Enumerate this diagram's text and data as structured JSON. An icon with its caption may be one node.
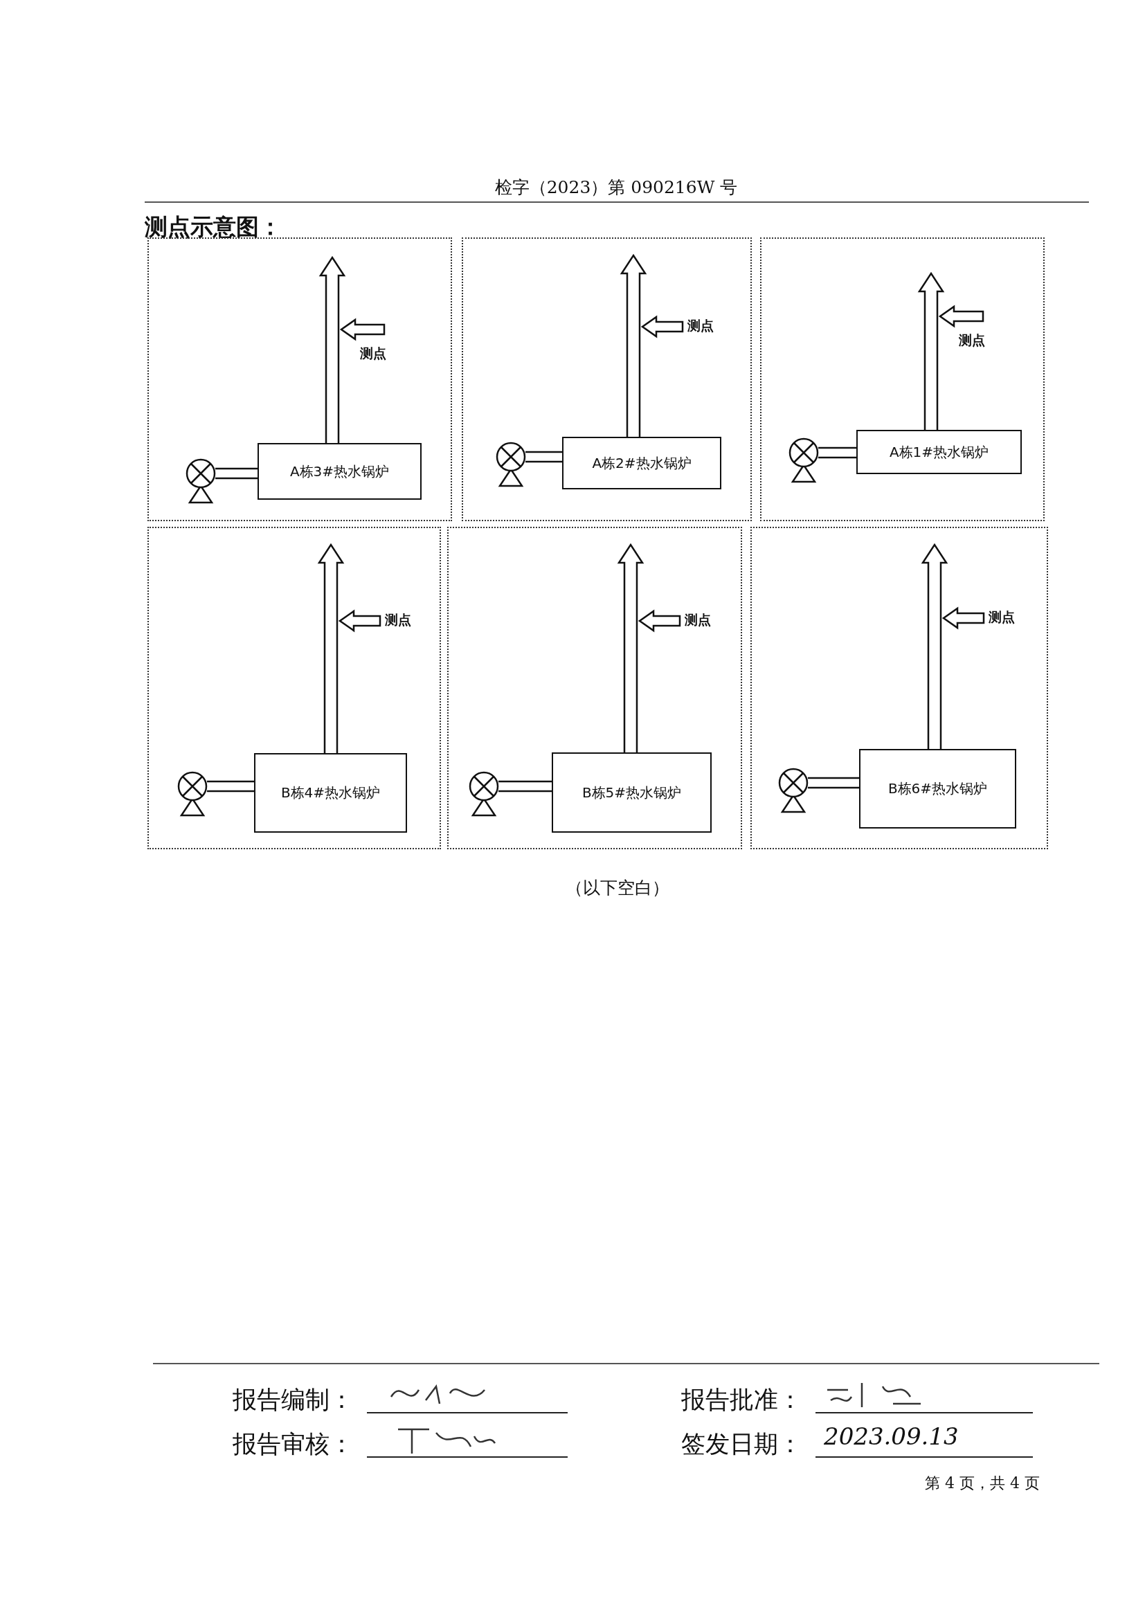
{
  "diagram": {
    "title": "测点示意图：",
    "nodes": [
      {
        "text": [],
        "shape": "box"
      },
      {
        "text": [],
        "shape": "circle",
        "in": 0
      },
      {
        "text": [
          "A栋3#热水锅炉"
        ],
        "in": 0
      },
      {
        "text": [
          "测点"
        ],
        "in": 0
      },
      {
        "text": [],
        "shape": "box"
      },
      {
        "text": [],
        "shape": "circle",
        "in": 4
      },
      {
        "text": [
          "A栋2#热水锅炉"
        ],
        "in": 4
      },
      {
        "text": [
          "测点"
        ],
        "in": 4
      },
      {
        "text": [],
        "shape": "box"
      },
      {
        "text": [],
        "shape": "circle",
        "in": 8
      },
      {
        "text": [
          "A栋1#热水锅炉"
        ],
        "in": 8
      },
      {
        "text": [
          "测点"
        ],
        "in": 8
      },
      {
        "text": [],
        "shape": "box"
      },
      {
        "text": [],
        "shape": "circle",
        "in": 12
      },
      {
        "text": [
          "B栋4#热水锅炉"
        ],
        "in": 12
      },
      {
        "text": [
          "测点"
        ],
        "in": 12
      },
      {
        "text": [],
        "shape": "box"
      },
      {
        "text": [],
        "shape": "circle",
        "in": 16
      },
      {
        "text": [
          "B栋5#热水锅炉"
        ],
        "in": 16
      },
      {
        "text": [
          "测点"
        ],
        "in": 16
      },
      {
        "text": [],
        "shape": "box"
      },
      {
        "text": [],
        "shape": "circle",
        "in": 20
      },
      {
        "text": [
          "B栋6#热水锅炉"
        ],
        "in": 20
      },
      {
        "text": [
          "测点"
        ],
        "in": 20
      }
    ],
    "edges": [
      {
        "from": 1,
        "to": 2,
        "arrow": "none"
      },
      {
        "from": 2,
        "to": null,
        "arrow": "to"
      },
      {
        "from": 3,
        "to": null,
        "arrow": "to"
      },
      {
        "from": 5,
        "to": 6,
        "arrow": "none"
      },
      {
        "from": 6,
        "to": null,
        "arrow": "to"
      },
      {
        "from": 7,
        "to": null,
        "arrow": "to"
      },
      {
        "from": 9,
        "to": 10,
        "arrow": "none"
      },
      {
        "from": 10,
        "to": null,
        "arrow": "to"
      },
      {
        "from": 11,
        "to": null,
        "arrow": "to"
      },
      {
        "from": 13,
        "to": 14,
        "arrow": "none"
      },
      {
        "from": 14,
        "to": null,
        "arrow": "to"
      },
      {
        "from": 15,
        "to": null,
        "arrow": "to"
      },
      {
        "from": 17,
        "to": 18,
        "arrow": "none"
      },
      {
        "from": 18,
        "to": null,
        "arrow": "to"
      },
      {
        "from": 19,
        "to": null,
        "arrow": "to"
      },
      {
        "from": 21,
        "to": 22,
        "arrow": "none"
      },
      {
        "from": 22,
        "to": null,
        "arrow": "to"
      },
      {
        "from": 23,
        "to": null,
        "arrow": "to"
      }
    ],
    "labels": [
      "检字（2023）第 090216W 号",
      "（以下空白）",
      "报告编制：",
      "报告批准：",
      "报告审核：",
      "签发日期：",
      "2023.09.13",
      "第 4 页，共 4 页"
    ]
  }
}
